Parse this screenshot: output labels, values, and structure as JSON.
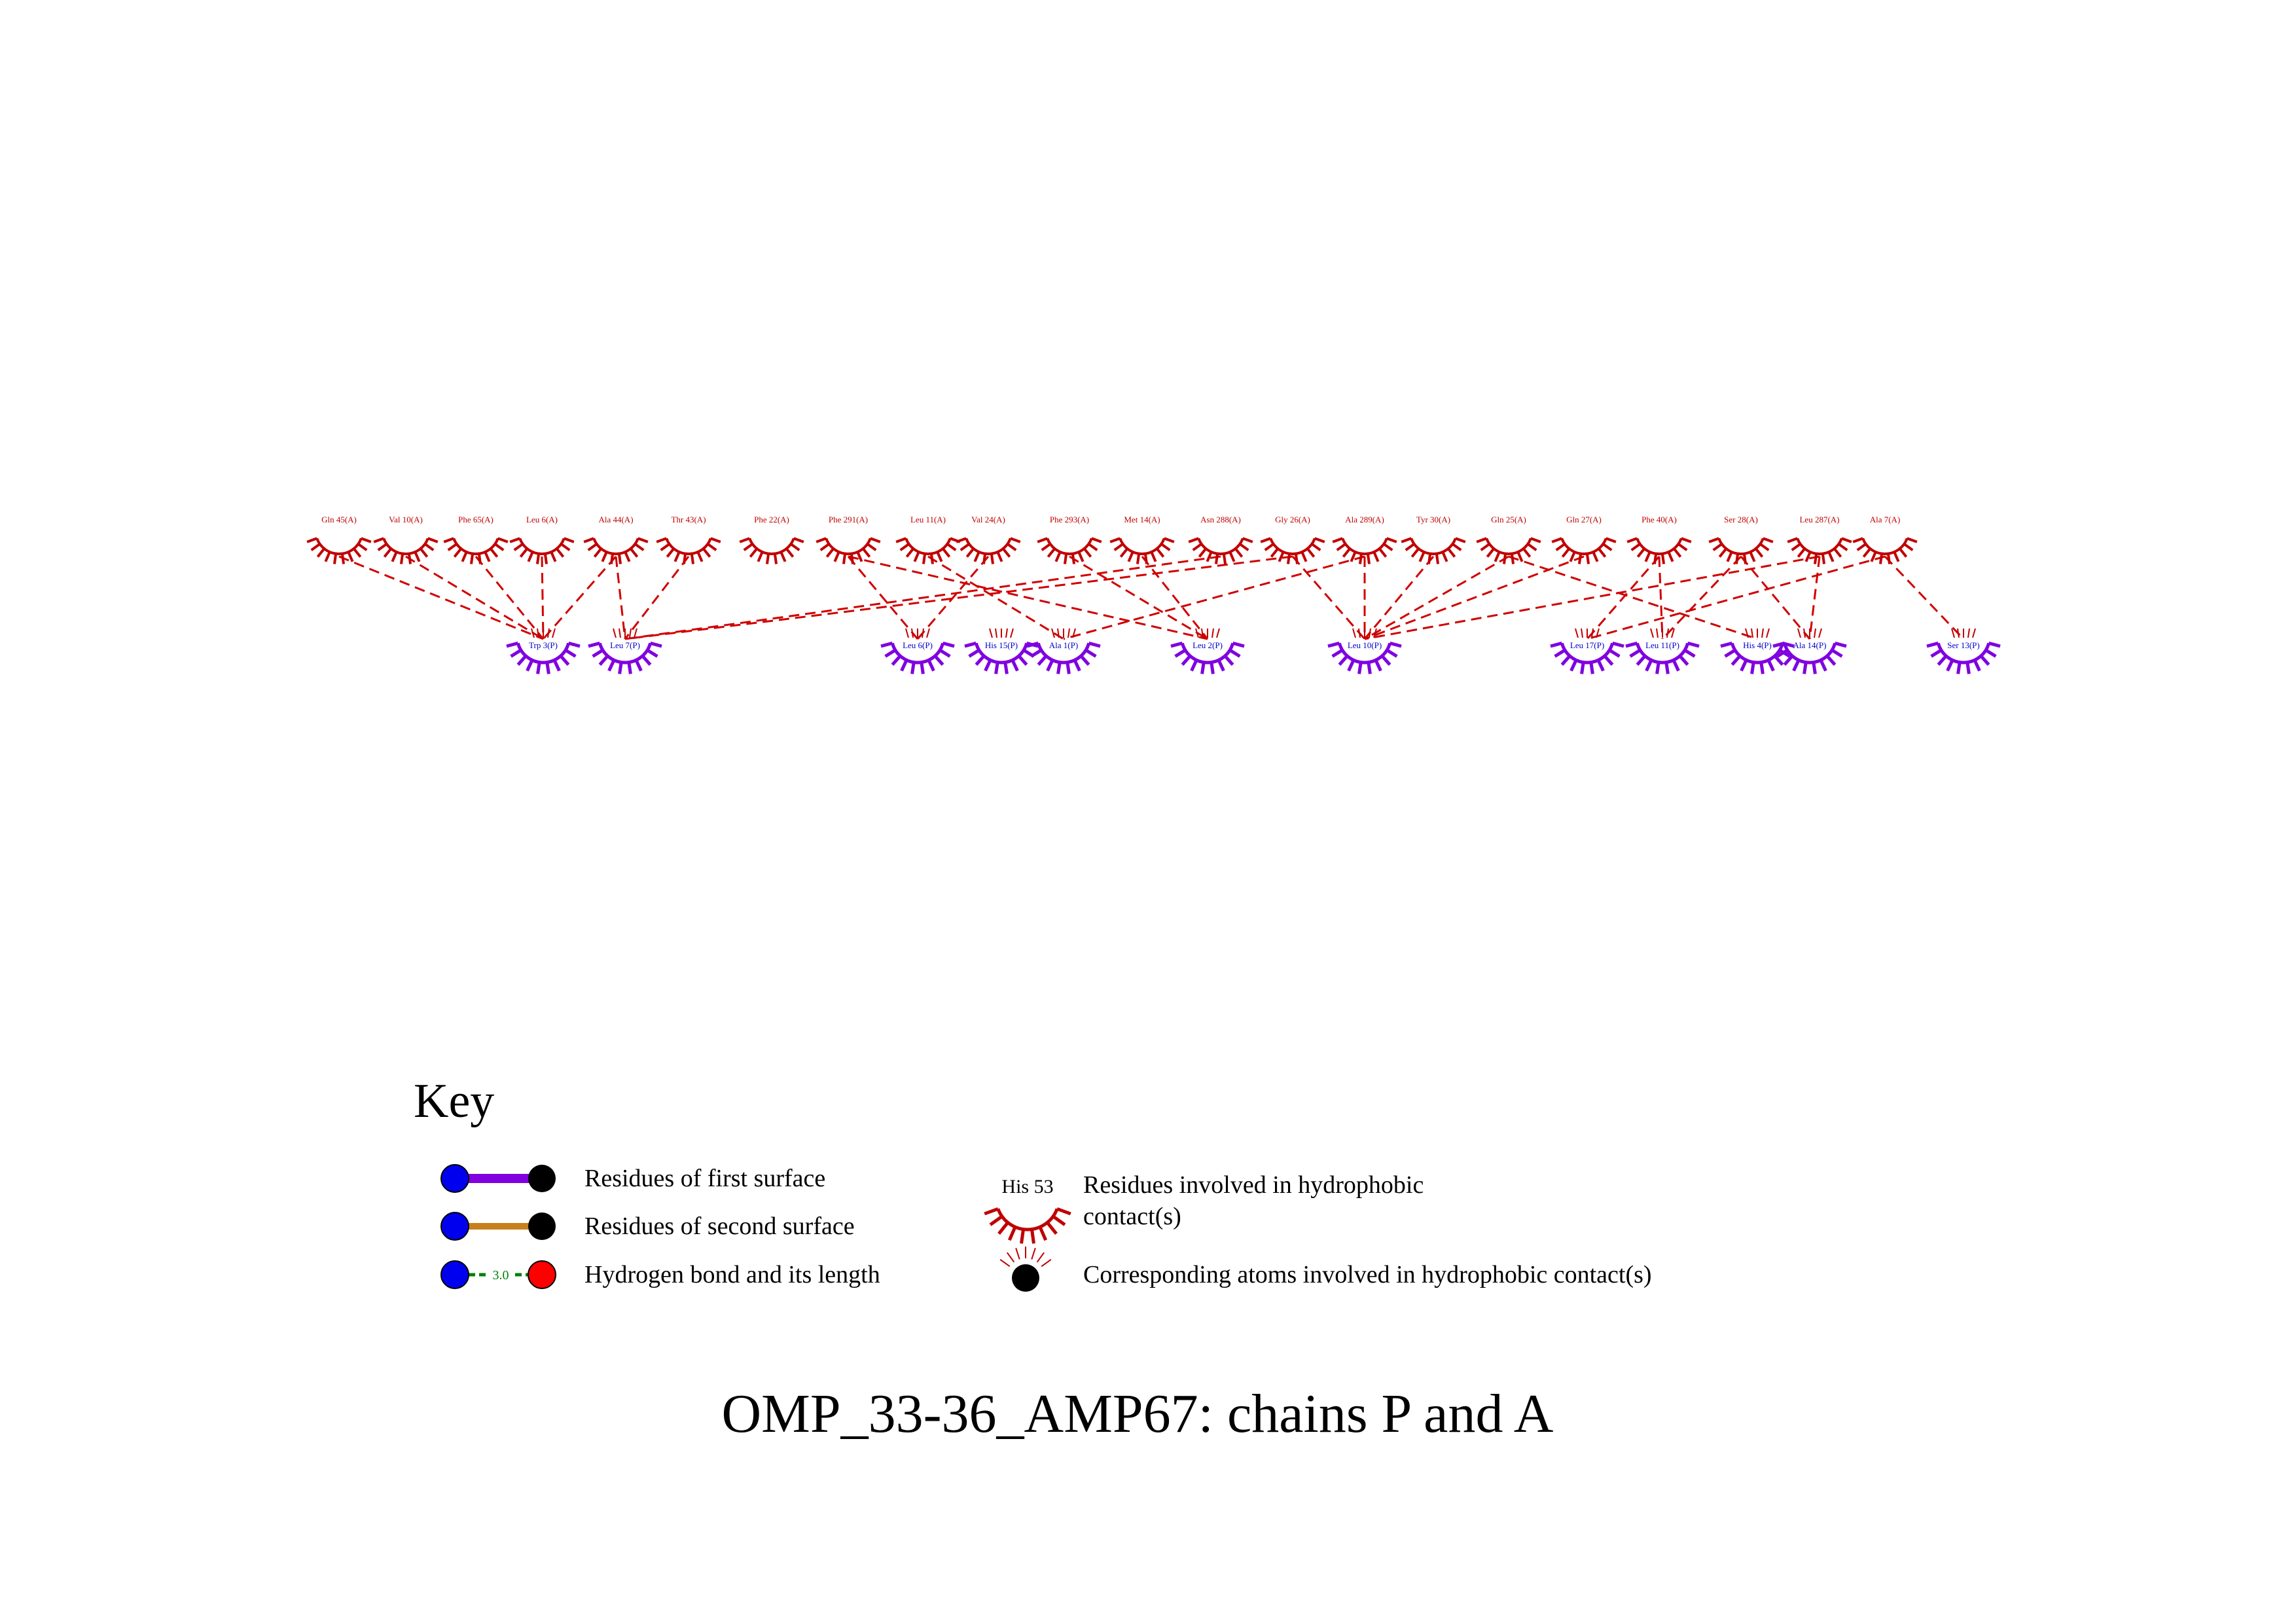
{
  "title": "OMP_33-36_AMP67: chains P and A",
  "colors": {
    "chain_a": "#c00000",
    "chain_p": "#8000e0",
    "label_p": "#0000cc",
    "contact_line": "#d00000",
    "hbond": "#008000",
    "second_surface": "#c8801c",
    "first_surface": "#8000e0"
  },
  "chain_a_residues": [
    "Gln 45(A)",
    "Val 10(A)",
    "Phe 65(A)",
    "Leu 6(A)",
    "Ala 44(A)",
    "Thr 43(A)",
    "Phe 22(A)",
    "Phe 291(A)",
    "Leu 11(A)",
    "Val 24(A)",
    "Phe 293(A)",
    "Met 14(A)",
    "Asn 288(A)",
    "Gly 26(A)",
    "Ala 289(A)",
    "Tyr 30(A)",
    "Gln 25(A)",
    "Gln 27(A)",
    "Phe 40(A)",
    "Ser 28(A)",
    "Leu 287(A)",
    "Ala 7(A)"
  ],
  "chain_p_residues": [
    "Trp 3(P)",
    "Leu 7(P)",
    "Leu 6(P)",
    "His 15(P)",
    "Ala 1(P)",
    "Leu 2(P)",
    "Leu 10(P)",
    "Leu 17(P)",
    "Leu 11(P)",
    "His 4(P)",
    "Ala 14(P)",
    "Ser 13(P)"
  ],
  "contacts": [
    [
      "Gln 45(A)",
      "Trp 3(P)"
    ],
    [
      "Val 10(A)",
      "Trp 3(P)"
    ],
    [
      "Phe 65(A)",
      "Trp 3(P)"
    ],
    [
      "Leu 6(A)",
      "Trp 3(P)"
    ],
    [
      "Ala 44(A)",
      "Trp 3(P)"
    ],
    [
      "Ala 44(A)",
      "Leu 7(P)"
    ],
    [
      "Thr 43(A)",
      "Leu 7(P)"
    ],
    [
      "Phe 291(A)",
      "Leu 6(P)"
    ],
    [
      "Phe 291(A)",
      "Leu 2(P)"
    ],
    [
      "Leu 11(A)",
      "Ala 1(P)"
    ],
    [
      "Val 24(A)",
      "Leu 6(P)"
    ],
    [
      "Phe 293(A)",
      "Leu 2(P)"
    ],
    [
      "Met 14(A)",
      "Leu 2(P)"
    ],
    [
      "Asn 288(A)",
      "Leu 7(P)"
    ],
    [
      "Gly 26(A)",
      "Leu 7(P)"
    ],
    [
      "Gly 26(A)",
      "Leu 10(P)"
    ],
    [
      "Ala 289(A)",
      "Leu 10(P)"
    ],
    [
      "Ala 289(A)",
      "Ala 1(P)"
    ],
    [
      "Tyr 30(A)",
      "Leu 10(P)"
    ],
    [
      "Gln 25(A)",
      "Leu 10(P)"
    ],
    [
      "Gln 25(A)",
      "His 4(P)"
    ],
    [
      "Gln 27(A)",
      "Leu 10(P)"
    ],
    [
      "Phe 40(A)",
      "Leu 17(P)"
    ],
    [
      "Phe 40(A)",
      "Leu 11(P)"
    ],
    [
      "Ser 28(A)",
      "Leu 11(P)"
    ],
    [
      "Ser 28(A)",
      "Ala 14(P)"
    ],
    [
      "Leu 287(A)",
      "Leu 10(P)"
    ],
    [
      "Leu 287(A)",
      "Ala 14(P)"
    ],
    [
      "Ala 7(A)",
      "Leu 17(P)"
    ],
    [
      "Ala 7(A)",
      "Ser 13(P)"
    ]
  ],
  "key": {
    "heading": "Key",
    "first_surface": "Residues of first surface",
    "second_surface": "Residues of second surface",
    "hbond": "Hydrogen bond and its length",
    "hbond_length": "3.0",
    "hydrophobic_example": "His 53",
    "hydrophobic_line1": "Residues involved in hydrophobic",
    "hydrophobic_line2": "contact(s)",
    "atoms": "Corresponding atoms involved in hydrophobic contact(s)"
  }
}
